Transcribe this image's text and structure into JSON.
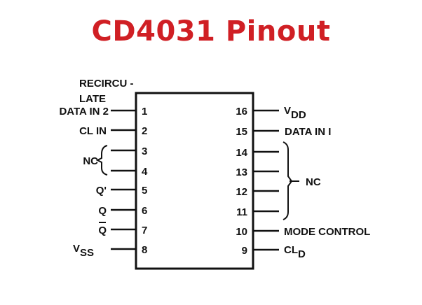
{
  "title": "CD4031 Pinout",
  "title_color": "#d01f24",
  "left_pins": [
    {
      "number": "1",
      "label": "DATA IN 2",
      "extra_label_line1": "RECIRCU -",
      "extra_label_line2": "LATE"
    },
    {
      "number": "2",
      "label": "CL IN"
    },
    {
      "number": "3",
      "label": ""
    },
    {
      "number": "4",
      "label": ""
    },
    {
      "number": "5",
      "label": "Q'"
    },
    {
      "number": "6",
      "label": "Q"
    },
    {
      "number": "7",
      "label": "Q",
      "overbar": true
    },
    {
      "number": "8",
      "label": "V",
      "subscript": "SS"
    }
  ],
  "left_nc_label": "NC",
  "right_pins": [
    {
      "number": "16",
      "label": "V",
      "subscript": "DD"
    },
    {
      "number": "15",
      "label": "DATA IN I"
    },
    {
      "number": "14",
      "label": ""
    },
    {
      "number": "13",
      "label": ""
    },
    {
      "number": "12",
      "label": ""
    },
    {
      "number": "11",
      "label": ""
    },
    {
      "number": "10",
      "label": "MODE CONTROL"
    },
    {
      "number": "9",
      "label": "CL",
      "subscript": "D"
    }
  ],
  "right_nc_label": "NC"
}
